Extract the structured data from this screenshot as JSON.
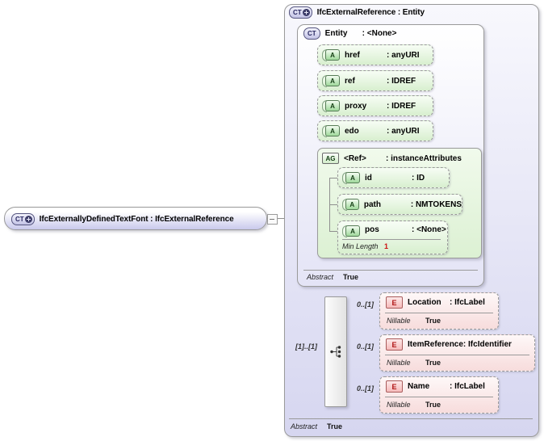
{
  "root": {
    "icon": "CT",
    "label": "IfcExternallyDefinedTextFont : IfcExternalReference"
  },
  "container": {
    "icon": "CT",
    "title": "IfcExternalReference : Entity",
    "abstract": {
      "label": "Abstract",
      "value": "True"
    }
  },
  "entity": {
    "icon": "CT",
    "name": "Entity",
    "type": ": <None>",
    "attributes": [
      {
        "icon": "A",
        "name": "href",
        "type": ": anyURI"
      },
      {
        "icon": "A",
        "name": "ref",
        "type": ": IDREF"
      },
      {
        "icon": "A",
        "name": "proxy",
        "type": ": IDREF"
      },
      {
        "icon": "A",
        "name": "edo",
        "type": ": anyURI"
      }
    ],
    "attribute_group": {
      "icon": "AG",
      "name": "<Ref>",
      "type": ": instanceAttributes",
      "attributes": [
        {
          "icon": "A",
          "name": "id",
          "type": ": ID"
        },
        {
          "icon": "A",
          "name": "path",
          "type": ": NMTOKENS"
        },
        {
          "icon": "A",
          "name": "pos",
          "type": ": <None>",
          "facet": {
            "label": "Min Length",
            "value": "1"
          }
        }
      ]
    },
    "abstract": {
      "label": "Abstract",
      "value": "True"
    }
  },
  "content_model": {
    "compositor": "sequence",
    "cardinality": "[1]..[1]",
    "elements": [
      {
        "icon": "E",
        "name": "Location",
        "type": ": IfcLabel",
        "cardinality": "0..[1]",
        "nillable": {
          "label": "Nillable",
          "value": "True"
        }
      },
      {
        "icon": "E",
        "name": "ItemReference",
        "type": ": IfcIdentifier",
        "cardinality": "0..[1]",
        "nillable": {
          "label": "Nillable",
          "value": "True"
        }
      },
      {
        "icon": "E",
        "name": "Name",
        "type": ": IfcLabel",
        "cardinality": "0..[1]",
        "nillable": {
          "label": "Nillable",
          "value": "True"
        }
      }
    ]
  }
}
